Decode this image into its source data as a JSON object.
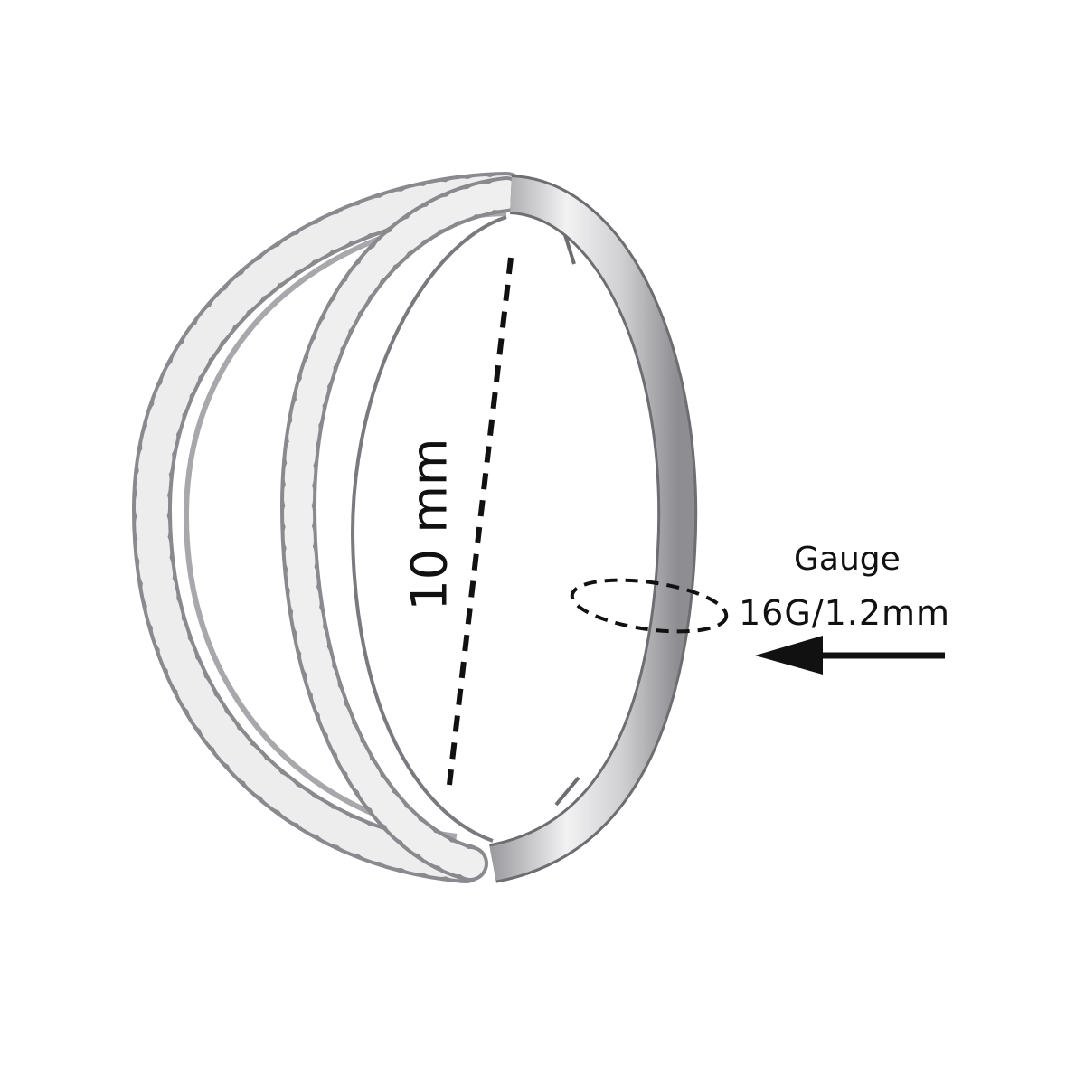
{
  "diagram": {
    "subject": "double-row jeweled hinged segment ring",
    "diameter_label": "10 mm",
    "gauge": {
      "title": "Gauge",
      "value": "16G/1.2mm"
    },
    "colors": {
      "background": "#ffffff",
      "metal": "#c9c9cc",
      "metal_highlight": "#f4f4f5",
      "outline": "#7a7a7e",
      "annotation": "#111111"
    }
  }
}
